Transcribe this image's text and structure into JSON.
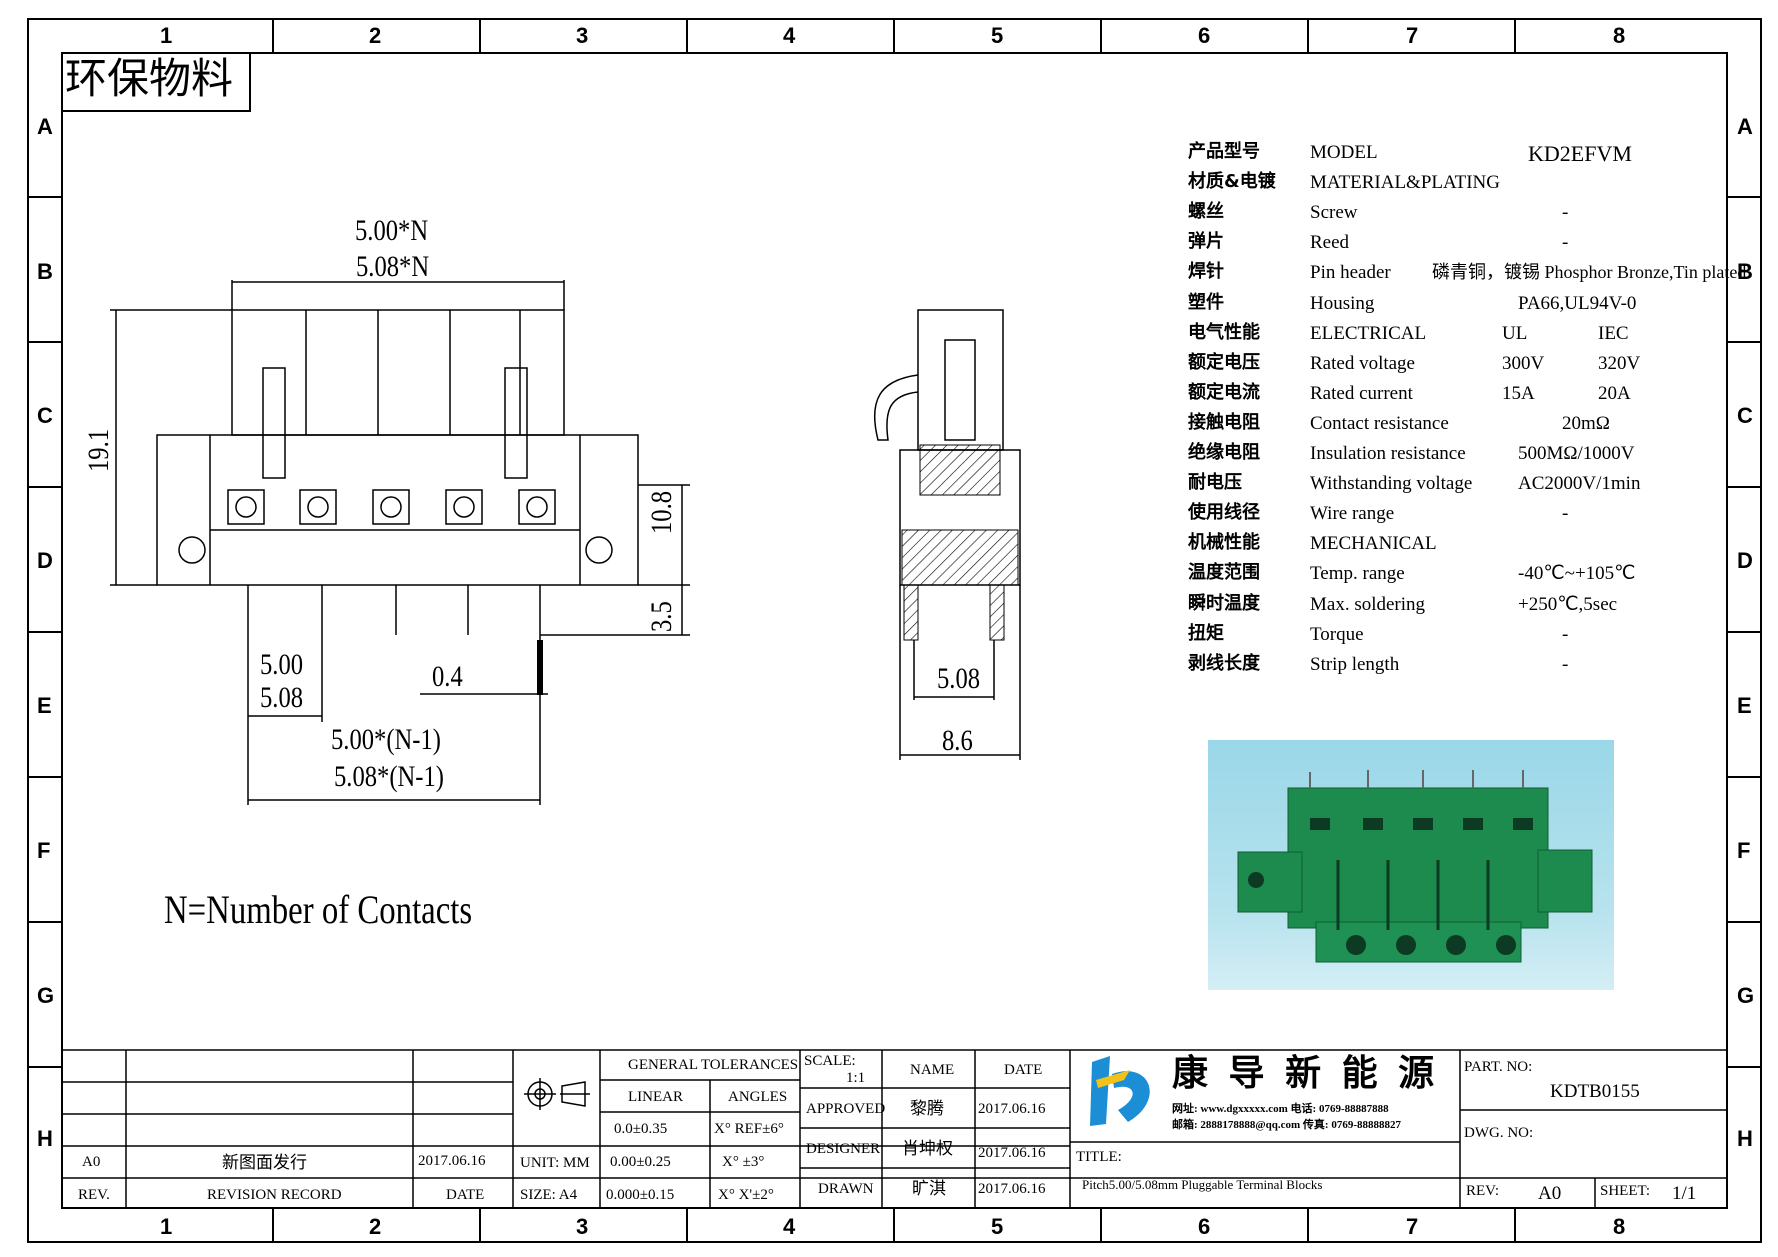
{
  "stamp": "环保物料",
  "grid": {
    "cols": [
      "1",
      "2",
      "3",
      "4",
      "5",
      "6",
      "7",
      "8"
    ],
    "rows": [
      "A",
      "B",
      "C",
      "D",
      "E",
      "F",
      "G",
      "H"
    ]
  },
  "drawing": {
    "dims": {
      "pitch_top_1": "5.00*N",
      "pitch_top_2": "5.08*N",
      "height_left": "19.1",
      "height_right": "10.8",
      "pin_len": "3.5",
      "pitch_1": "5.00",
      "pitch_2": "5.08",
      "pin_w": "0.4",
      "span_1": "5.00*(N-1)",
      "span_2": "5.08*(N-1)",
      "side_pitch": "5.08",
      "side_width": "8.6"
    },
    "note": "N=Number of Contacts"
  },
  "specs": [
    {
      "cn": "产品型号",
      "en": "MODEL",
      "v1": "KD2EFVM",
      "v2": ""
    },
    {
      "cn": "材质&电镀",
      "en": "MATERIAL&PLATING",
      "v1": "",
      "v2": ""
    },
    {
      "cn": "螺丝",
      "en": "Screw",
      "v1": "-",
      "v2": ""
    },
    {
      "cn": "弹片",
      "en": "Reed",
      "v1": "-",
      "v2": ""
    },
    {
      "cn": "焊针",
      "en": "Pin header",
      "v1": "磷青铜，镀锡 Phosphor Bronze,Tin plated",
      "v2": ""
    },
    {
      "cn": "塑件",
      "en": "Housing",
      "v1": "PA66,UL94V-0",
      "v2": ""
    },
    {
      "cn": "电气性能",
      "en": "ELECTRICAL",
      "v1": "UL",
      "v2": "IEC"
    },
    {
      "cn": "额定电压",
      "en": "Rated voltage",
      "v1": "300V",
      "v2": "320V"
    },
    {
      "cn": "额定电流",
      "en": "Rated current",
      "v1": "15A",
      "v2": "20A"
    },
    {
      "cn": "接触电阻",
      "en": "Contact resistance",
      "v1": "20mΩ",
      "v2": ""
    },
    {
      "cn": "绝缘电阻",
      "en": "Insulation resistance",
      "v1": "500MΩ/1000V",
      "v2": ""
    },
    {
      "cn": "耐电压",
      "en": "Withstanding voltage",
      "v1": "AC2000V/1min",
      "v2": ""
    },
    {
      "cn": "使用线径",
      "en": "Wire range",
      "v1": "-",
      "v2": ""
    },
    {
      "cn": "机械性能",
      "en": "MECHANICAL",
      "v1": "",
      "v2": ""
    },
    {
      "cn": "温度范围",
      "en": "Temp. range",
      "v1": "-40℃~+105℃",
      "v2": ""
    },
    {
      "cn": "瞬时温度",
      "en": "Max. soldering",
      "v1": "+250℃,5sec",
      "v2": ""
    },
    {
      "cn": "扭矩",
      "en": "Torque",
      "v1": "-",
      "v2": ""
    },
    {
      "cn": "剥线长度",
      "en": "Strip length",
      "v1": "-",
      "v2": ""
    }
  ],
  "title_block": {
    "rev_row": {
      "rev": "A0",
      "record": "新图面发行",
      "date": "2017.06.16"
    },
    "rev_header": {
      "rev": "REV.",
      "record": "REVISION RECORD",
      "date": "DATE"
    },
    "unit": "UNIT: MM",
    "size": "SIZE: A4",
    "tol_title": "GENERAL TOLERANCES",
    "linear": "LINEAR",
    "angles": "ANGLES",
    "lin_vals": [
      "0.0±0.35",
      "0.00±0.25",
      "0.000±0.15"
    ],
    "ang_vals": [
      "X° REF±6°",
      "X° ±3°",
      "X° X'±2°"
    ],
    "scale_label": "SCALE:",
    "scale_val": "1:1",
    "name_h": "NAME",
    "date_h": "DATE",
    "roles": [
      {
        "role": "APPROVED",
        "name": "黎腾",
        "date": "2017.06.16"
      },
      {
        "role": "DESIGNER",
        "name": "肖坤权",
        "date": "2017.06.16"
      },
      {
        "role": "DRAWN",
        "name": "旷淇",
        "date": "2017.06.16"
      }
    ],
    "company": "康 导 新 能 源",
    "contact_1": "网址: www.dgxxxxx.com  电话: 0769-88887888",
    "contact_2": "邮箱: 2888178888@qq.com 传真: 0769-88888827",
    "title_label": "TITLE:",
    "title_text": "Pitch5.00/5.08mm Pluggable Terminal Blocks",
    "part_label": "PART. NO:",
    "part_no": "KDTB0155",
    "dwg_label": "DWG. NO:",
    "rev_label": "REV:",
    "rev_val": "A0",
    "sheet_label": "SHEET:",
    "sheet_val": "1/1"
  }
}
